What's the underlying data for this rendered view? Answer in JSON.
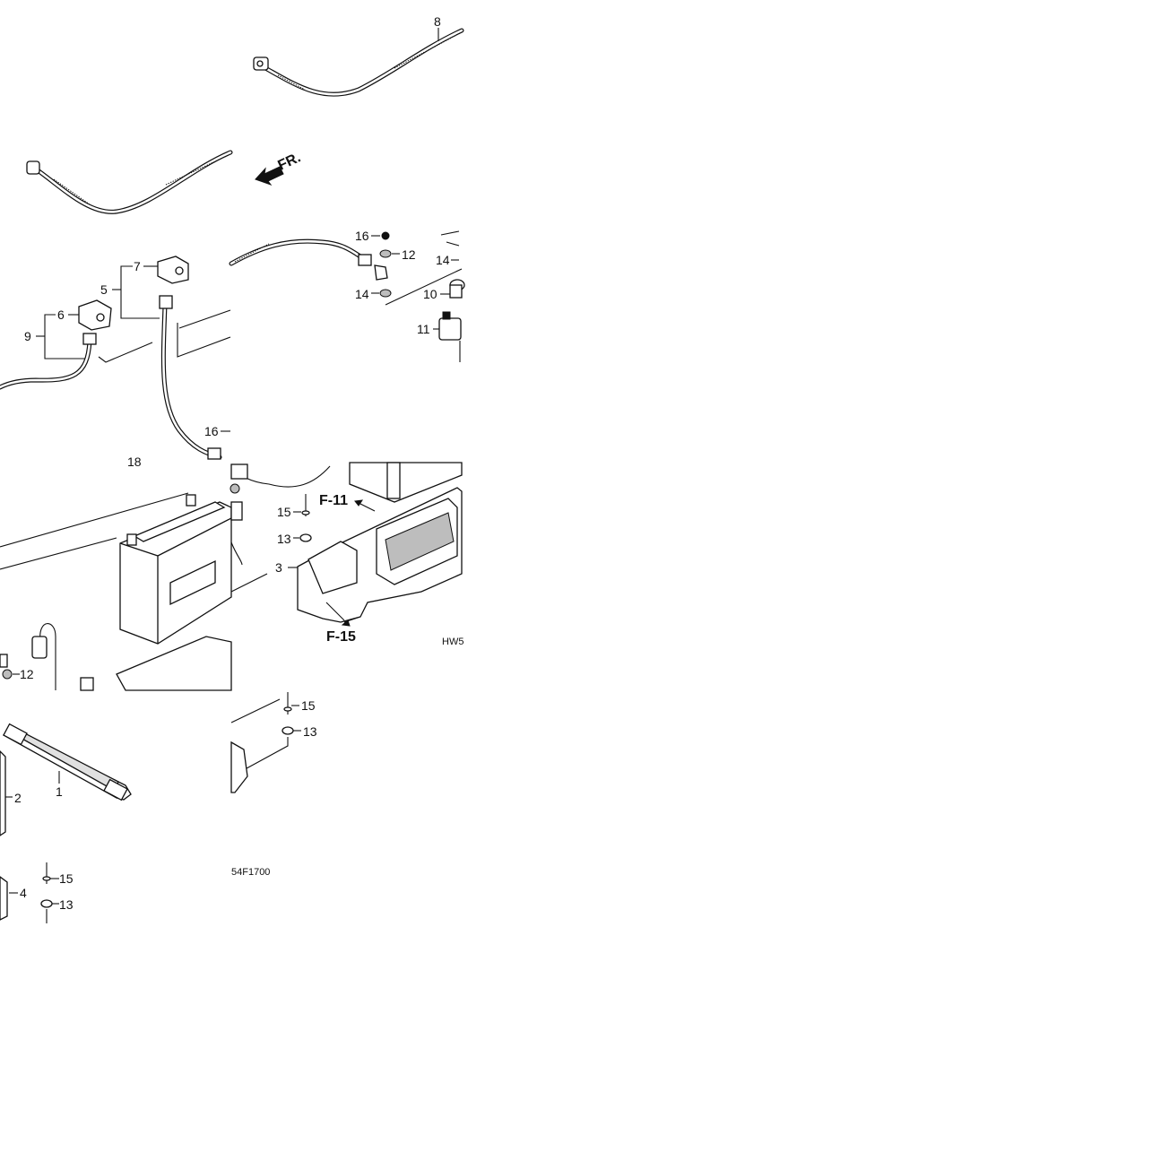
{
  "diagram": {
    "callouts": {
      "c1": "1",
      "c2": "2",
      "c3": "3",
      "c4": "4",
      "c5": "5",
      "c6": "6",
      "c7": "7",
      "c8": "8",
      "c9": "9",
      "c10": "10",
      "c11": "11",
      "c12a": "12",
      "c12b": "12",
      "c13a": "13",
      "c13b": "13",
      "c13c": "13",
      "c14a": "14",
      "c14b": "14",
      "c15a": "15",
      "c15b": "15",
      "c15c": "15",
      "c16a": "16",
      "c16b": "16",
      "c18": "18"
    },
    "direction_mark": "FR.",
    "refs": {
      "f11": "F-11",
      "f15": "F-15"
    },
    "code_parts": {
      "left": "HW5",
      "right": "54F1700"
    }
  }
}
